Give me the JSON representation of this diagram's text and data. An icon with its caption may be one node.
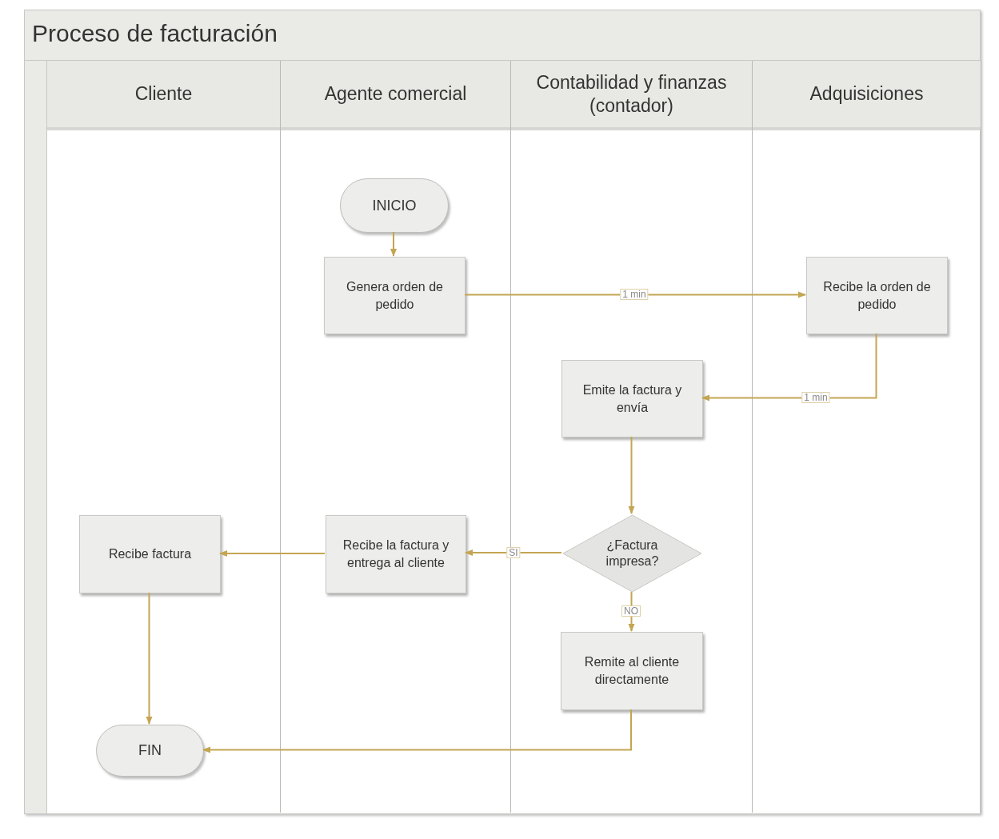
{
  "diagram": {
    "nodes": [
      {
        "text": [
          "Proceso de facturación"
        ]
      },
      {
        "text": [
          "Cliente"
        ],
        "in": 0
      },
      {
        "text": [
          "Agente comercial"
        ],
        "in": 0
      },
      {
        "text": [
          "Contabilidad y finanzas (contador)"
        ],
        "in": 0
      },
      {
        "text": [
          "Adquisiciones"
        ],
        "in": 0
      },
      {
        "text": [
          "INICIO"
        ],
        "in": 2
      },
      {
        "text": [
          "Genera orden de pedido"
        ],
        "in": 2
      },
      {
        "text": [
          "Recibe la orden de pedido"
        ],
        "in": 4
      },
      {
        "text": [
          "Emite la factura y envía"
        ],
        "in": 3
      },
      {
        "text": [
          "¿Factura impresa?"
        ],
        "in": 3
      },
      {
        "text": [
          "Recibe la factura y entrega al cliente"
        ],
        "in": 2
      },
      {
        "text": [
          "Recibe factura"
        ],
        "in": 1
      },
      {
        "text": [
          "Remite al cliente directamente"
        ],
        "in": 3
      },
      {
        "text": [
          "FIN"
        ],
        "in": 1
      }
    ],
    "edges": [
      {
        "from": 5,
        "to": 6,
        "arrow": "to"
      },
      {
        "from": 6,
        "to": 7,
        "arrow": "to",
        "label": "1 min"
      },
      {
        "from": 7,
        "to": 8,
        "arrow": "to",
        "label": "1 min"
      },
      {
        "from": 8,
        "to": 9,
        "arrow": "to"
      },
      {
        "from": 9,
        "to": 10,
        "arrow": "to",
        "label": "SI"
      },
      {
        "from": 10,
        "to": 11,
        "arrow": "to"
      },
      {
        "from": 9,
        "to": 12,
        "arrow": "to",
        "label": "NO"
      },
      {
        "from": 11,
        "to": 13,
        "arrow": "to"
      },
      {
        "from": 12,
        "to": 13,
        "arrow": "to"
      }
    ]
  }
}
